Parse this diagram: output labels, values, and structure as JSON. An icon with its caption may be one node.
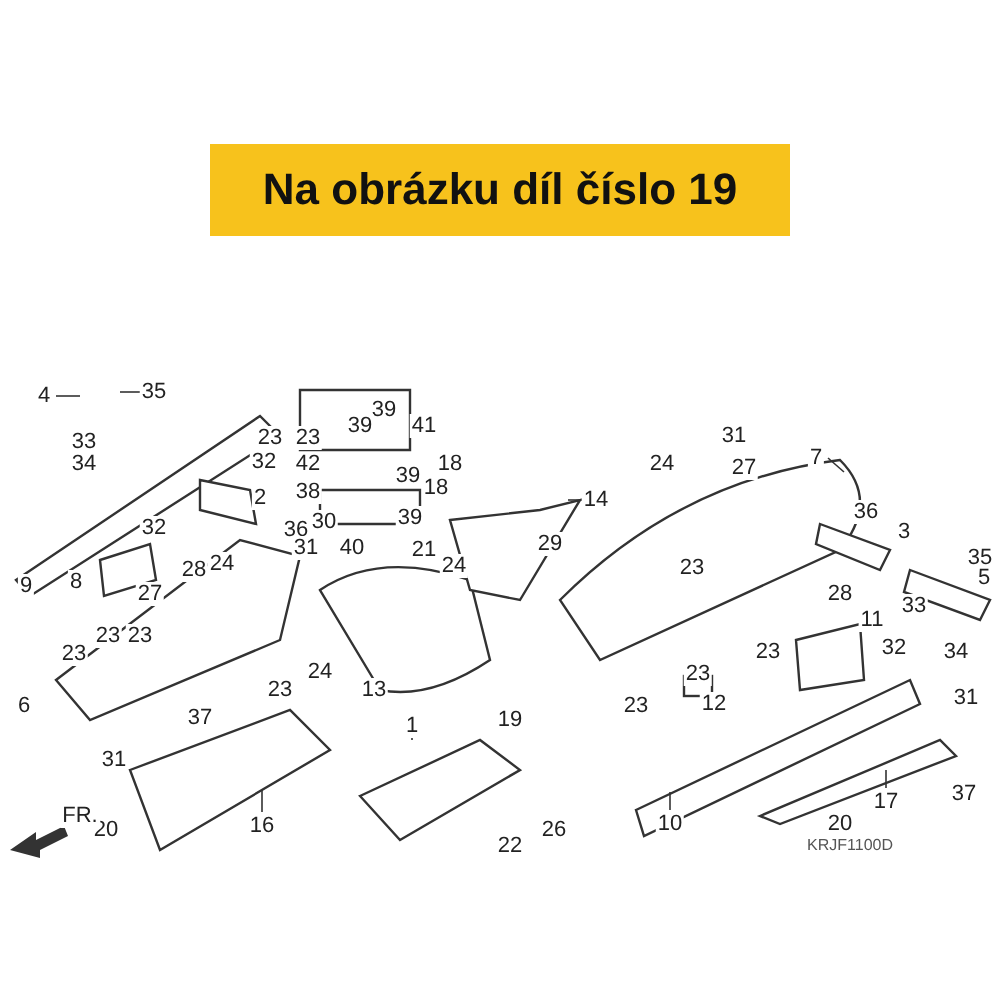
{
  "diagram": {
    "title": "Na obrázku díl číslo 19",
    "labels": [
      "4",
      "35",
      "39",
      "41",
      "39",
      "23",
      "23",
      "31",
      "33",
      "7",
      "32",
      "42",
      "18",
      "34",
      "24",
      "27",
      "38",
      "39",
      "18",
      "2",
      "14",
      "36",
      "30",
      "39",
      "32",
      "36",
      "3",
      "29",
      "31",
      "40",
      "21",
      "35",
      "24",
      "24",
      "23",
      "28",
      "5",
      "8",
      "9",
      "28",
      "27",
      "33",
      "11",
      "23",
      "23",
      "32",
      "34",
      "23",
      "23",
      "24",
      "23",
      "13",
      "23",
      "12",
      "6",
      "31",
      "23",
      "37",
      "19",
      "1",
      "31",
      "37",
      "17",
      "10",
      "20",
      "16",
      "20",
      "26",
      "FR.",
      "22",
      "KRJF1100D"
    ]
  }
}
